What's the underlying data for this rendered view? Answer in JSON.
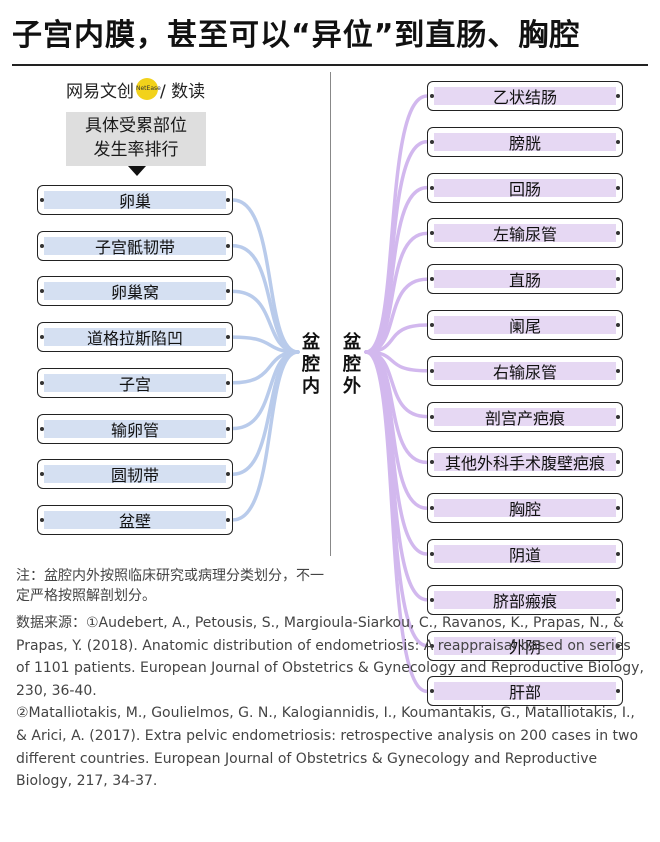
{
  "title": "子宫内膜，甚至可以“异位”到直肠、胸腔",
  "brand": {
    "left_text": "网易文创",
    "badge": "NetEase",
    "right_text": "/ 数读"
  },
  "ranking_label": {
    "line1": "具体受累部位",
    "line2": "发生率排行"
  },
  "pelvic_inner": {
    "label": [
      "盆",
      "腔",
      "内"
    ],
    "sites": [
      "卵巢",
      "子宫骶韧带",
      "卵巢窝",
      "道格拉斯陷凹",
      "子宫",
      "输卵管",
      "圆韧带",
      "盆壁"
    ]
  },
  "pelvic_outer": {
    "label": [
      "盆",
      "腔",
      "外"
    ],
    "sites": [
      "乙状结肠",
      "膀胱",
      "回肠",
      "左输尿管",
      "直肠",
      "阑尾",
      "右输尿管",
      "剖宫产疤痕",
      "其他外科手术腹壁疤痕",
      "胸腔",
      "阴道",
      "脐部瘢痕",
      "外阴",
      "肝部"
    ]
  },
  "colors": {
    "inner_fill": "#d5e0f2",
    "inner_line": "#b9cbeb",
    "outer_fill": "#e6d8f3",
    "outer_line": "#d2b8ee"
  },
  "note": "注：盆腔内外按照临床研究或病理分类划分，不一定严格按照解剖划分。",
  "sources": [
    "数据来源：①Audebert, A., Petousis, S., Margioula-Siarkou, C., Ravanos, K., Prapas, N., & Prapas, Y. (2018). Anatomic distribution of endometriosis: A reappraisal based on series of 1101 patients. European Journal of Obstetrics & Gynecology and Reproductive Biology, 230, 36-40.",
    "②Matalliotakis, M., Goulielmos, G. N., Kalogiannidis, I., Koumantakis, G., Matalliotakis, I., & Arici, A. (2017). Extra pelvic endometriosis: retrospective analysis on 200 cases in two different countries. European Journal of Obstetrics & Gynecology and Reproductive Biology, 217, 34-37."
  ]
}
